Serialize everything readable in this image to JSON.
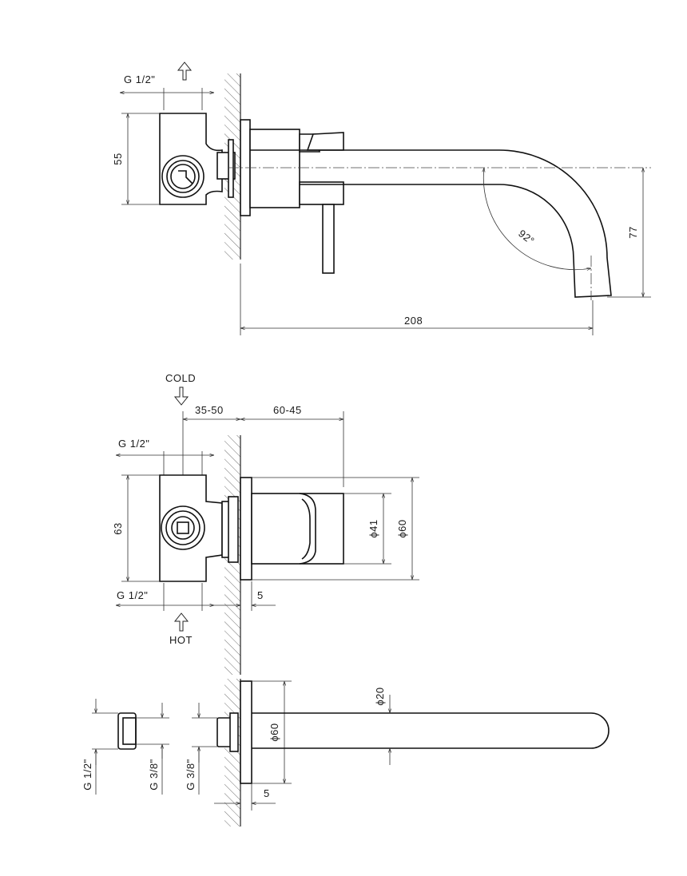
{
  "view_top": {
    "thread_label": "G 1/2\"",
    "height_label": "55",
    "angle_label": "92°",
    "drop_label": "77",
    "length_label": "208"
  },
  "view_middle": {
    "cold_label": "COLD",
    "hot_label": "HOT",
    "depth_range_label": "35-50",
    "body_range_label": "60-45",
    "thread_top_label": "G 1/2\"",
    "thread_bottom_label": "G 1/2\"",
    "height_label": "63",
    "inner_diameter_label": "ϕ41",
    "outer_diameter_label": "ϕ60",
    "plate_label": "5"
  },
  "view_bottom": {
    "adapter_thread_outer": "G 1/2\"",
    "adapter_thread_inner": "G 3/8\"",
    "spout_thread": "G 3/8\"",
    "spout_diameter_label": "ϕ20",
    "plate_diameter_label": "ϕ60",
    "plate_label": "5"
  }
}
